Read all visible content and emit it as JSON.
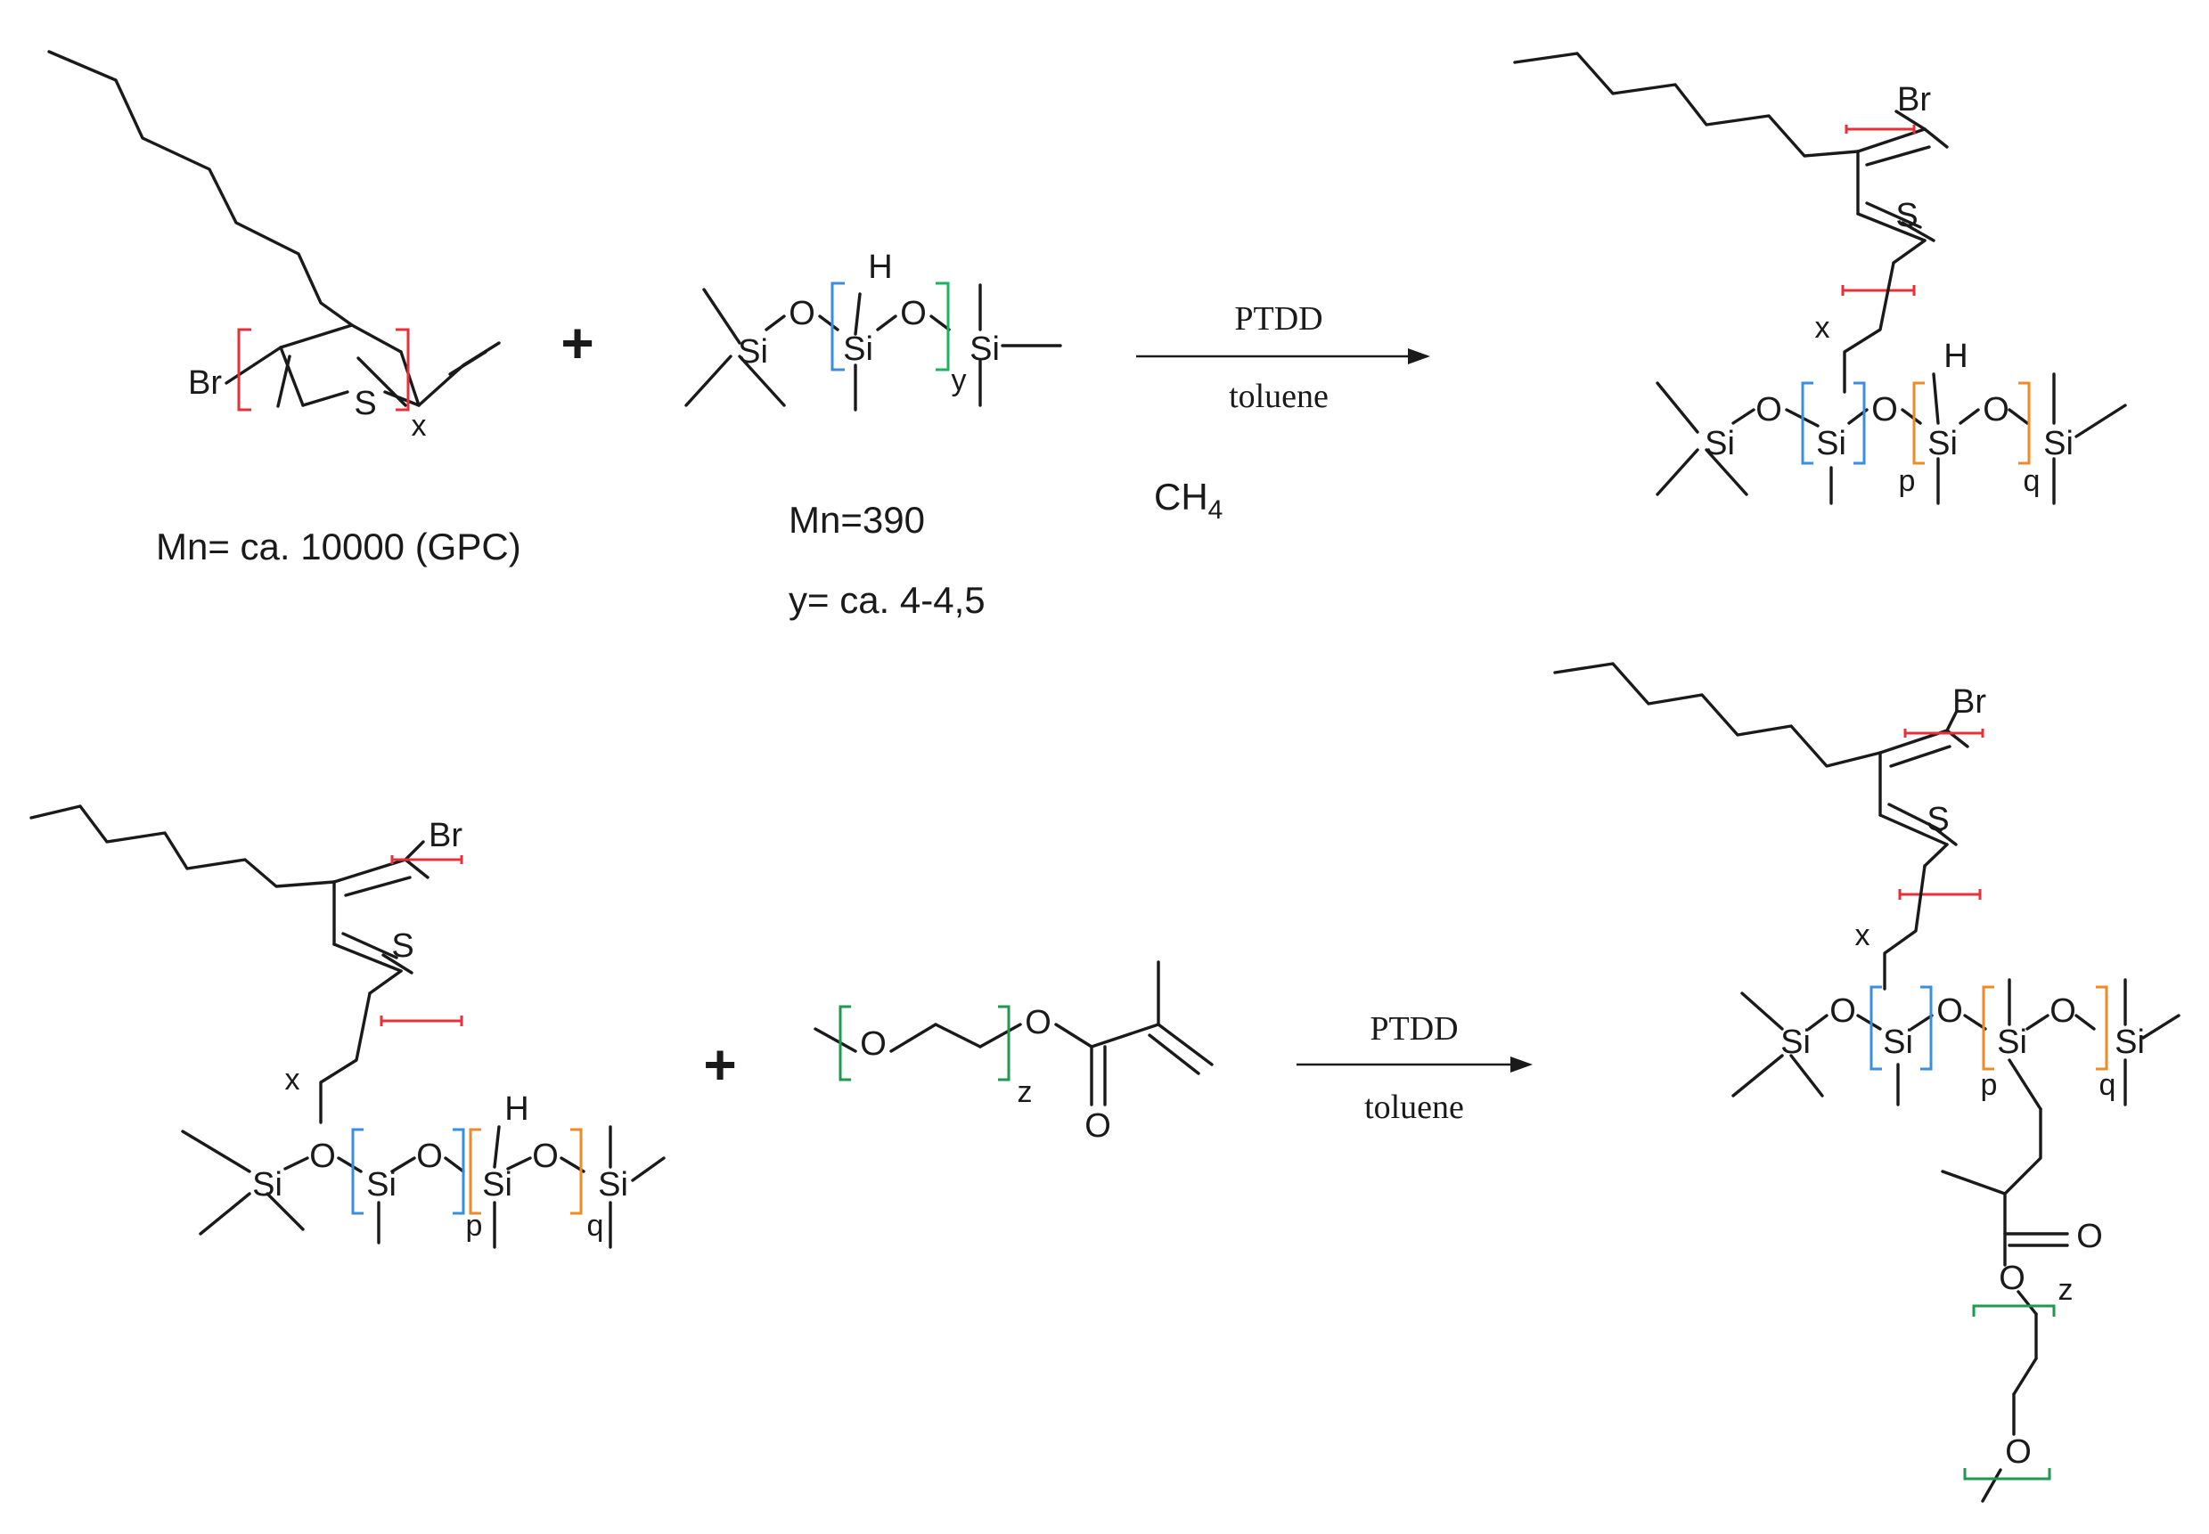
{
  "atoms": {
    "bromine": "Br",
    "sulfur": "S",
    "silicon": "Si",
    "oxygen": "O",
    "hydrogen": "H"
  },
  "repeat_units": {
    "thiophene": "x",
    "siloxane": "y",
    "p_unit": "p",
    "q_unit": "q",
    "peg": "z"
  },
  "reactions": [
    {
      "reagent": "PTDD",
      "solvent": "toluene"
    },
    {
      "reagent": "PTDD",
      "solvent": "toluene"
    }
  ],
  "notes": {
    "polythiophene_mn": "Mn= ca. 10000 (GPC)",
    "siloxane_mn": "Mn=390",
    "siloxane_y": "y= ca. 4-4,5",
    "byproduct": "CH",
    "byproduct_sub": "4"
  },
  "operators": {
    "plus": "+"
  },
  "bracket_colors": {
    "thiophene": "#e8303a",
    "siloxane_si_h": "#3a8ee0",
    "siloxane_y": "#1fb060",
    "p_unit": "#f08a24",
    "q_unit": "#f08a24",
    "peg": "#1e9a50"
  }
}
